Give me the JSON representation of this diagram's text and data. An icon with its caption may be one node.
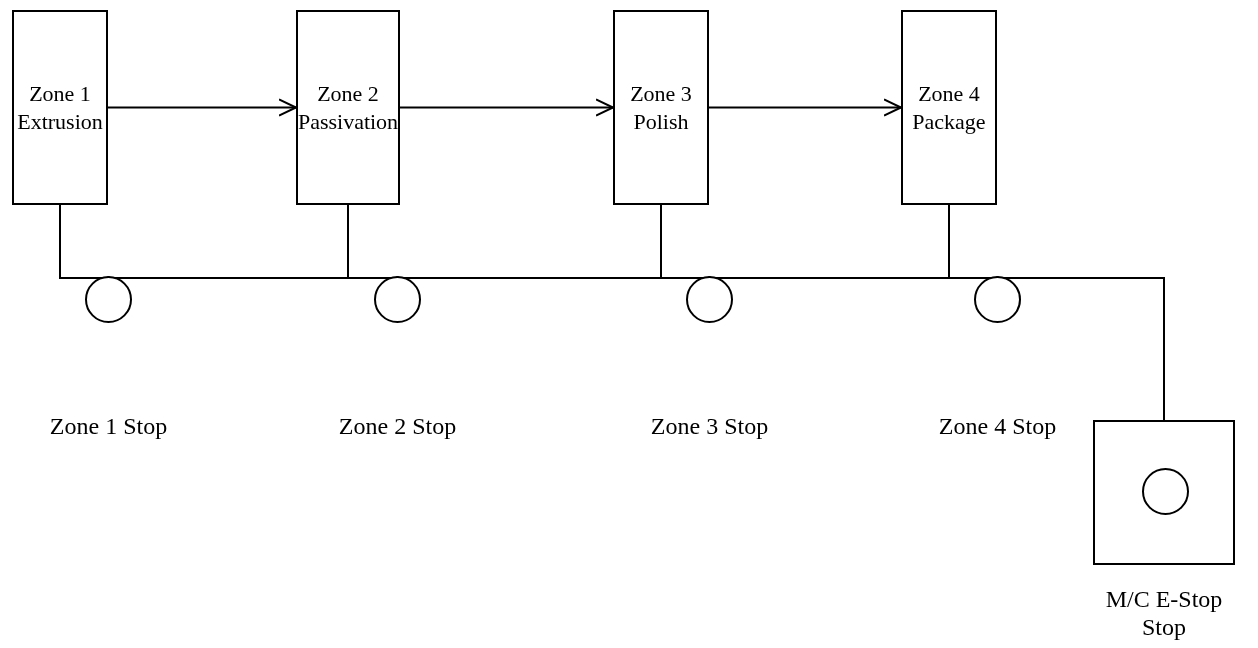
{
  "diagram": {
    "nodes": [
      {
        "text": [
          "Zone 1 Extrusion"
        ]
      },
      {
        "text": [
          "Zone 2 Passivation"
        ]
      },
      {
        "text": [
          "Zone 3 Polish"
        ]
      },
      {
        "text": [
          "Zone 4 Package"
        ]
      },
      {
        "text": [],
        "shape": "circle",
        "beside": [
          "Zone 1 Stop"
        ]
      },
      {
        "text": [],
        "shape": "circle",
        "beside": [
          "Zone 2 Stop"
        ]
      },
      {
        "text": [],
        "shape": "circle",
        "beside": [
          "Zone 3 Stop"
        ]
      },
      {
        "text": [],
        "shape": "circle",
        "beside": [
          "Zone 4 Stop"
        ]
      },
      {
        "text": [],
        "shape": "box",
        "beside": [
          "M/C E-Stop Stop"
        ]
      },
      {
        "text": [],
        "shape": "circle",
        "in": 8
      }
    ],
    "edges": [
      {
        "from": 0,
        "to": 1,
        "arrow": "to"
      },
      {
        "from": 1,
        "to": 2,
        "arrow": "to"
      },
      {
        "from": 2,
        "to": 3,
        "arrow": "to"
      },
      {
        "from": 1,
        "to": 5,
        "arrow": "none"
      },
      {
        "from": 2,
        "to": 6,
        "arrow": "none"
      },
      {
        "from": 3,
        "to": 7,
        "arrow": "none"
      },
      {
        "from": 0,
        "to": 4,
        "arrow": "none"
      },
      {
        "from": 0,
        "to": 8,
        "arrow": "none"
      }
    ]
  }
}
